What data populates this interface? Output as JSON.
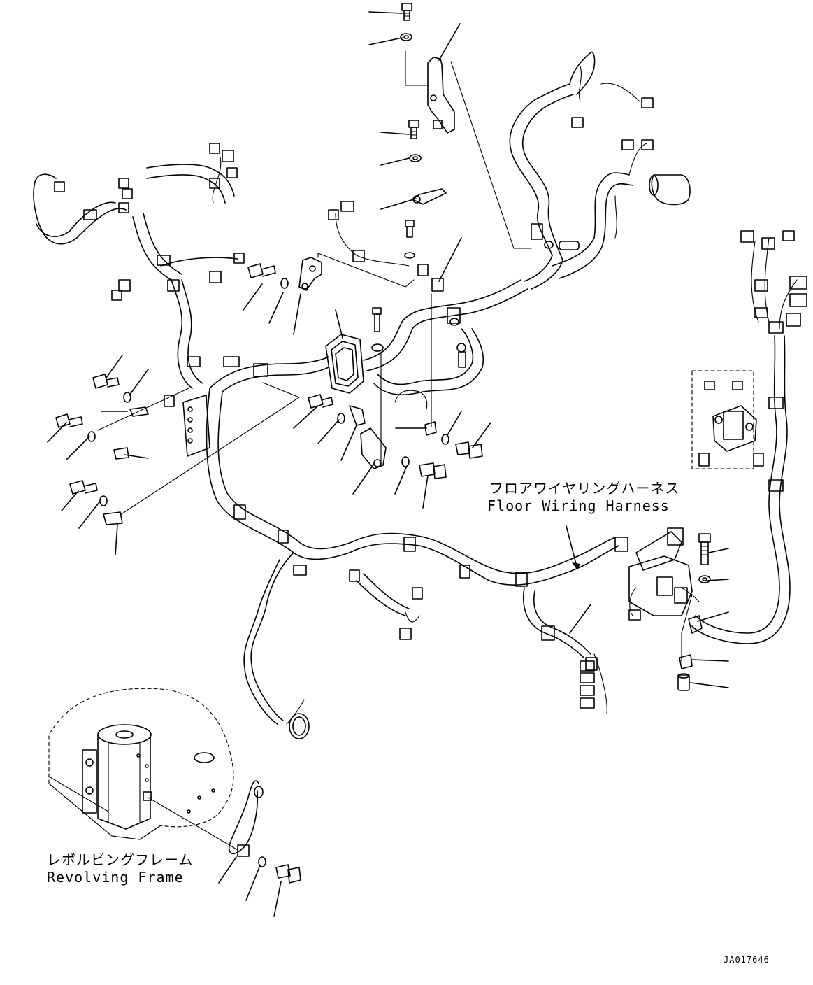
{
  "labels": {
    "floor_harness_jp": "フロアワイヤリングハーネス",
    "floor_harness_en": "Floor Wiring Harness",
    "revolving_frame_jp": "レボルビングフレーム",
    "revolving_frame_en": "Revolving Frame"
  },
  "drawing_code": "JA017646"
}
